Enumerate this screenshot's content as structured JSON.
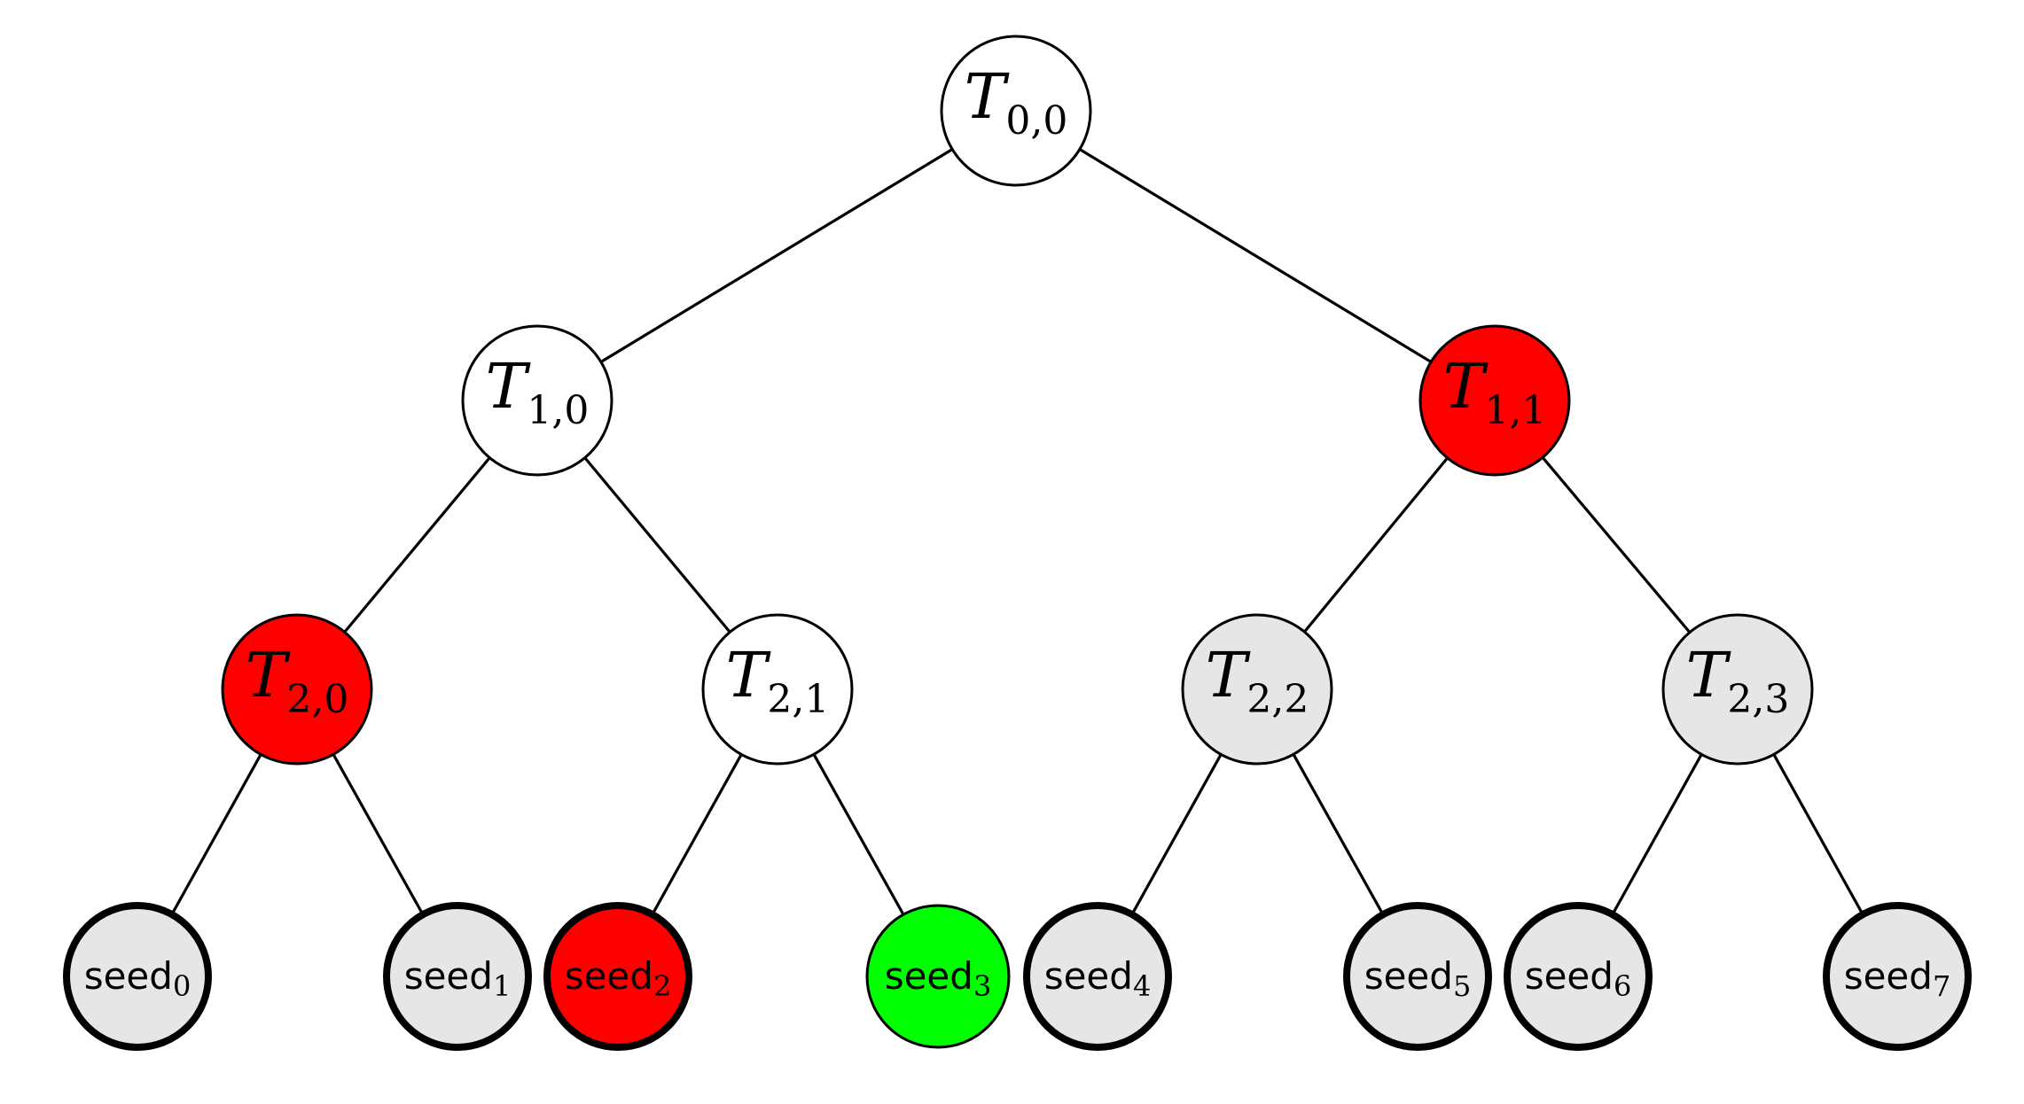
{
  "tree": {
    "nodes": [
      {
        "id": "T00",
        "kind": "internal",
        "base": "T",
        "sub": "0,0",
        "fill": "#ffffff"
      },
      {
        "id": "T10",
        "kind": "internal",
        "base": "T",
        "sub": "1,0",
        "fill": "#ffffff"
      },
      {
        "id": "T11",
        "kind": "internal",
        "base": "T",
        "sub": "1,1",
        "fill": "#ff0000"
      },
      {
        "id": "T20",
        "kind": "internal",
        "base": "T",
        "sub": "2,0",
        "fill": "#ff0000"
      },
      {
        "id": "T21",
        "kind": "internal",
        "base": "T",
        "sub": "2,1",
        "fill": "#ffffff"
      },
      {
        "id": "T22",
        "kind": "internal",
        "base": "T",
        "sub": "2,2",
        "fill": "#e6e6e6"
      },
      {
        "id": "T23",
        "kind": "internal",
        "base": "T",
        "sub": "2,3",
        "fill": "#e6e6e6"
      },
      {
        "id": "S0",
        "kind": "leaf",
        "base": "seed",
        "sub": "0",
        "fill": "#e6e6e6"
      },
      {
        "id": "S1",
        "kind": "leaf",
        "base": "seed",
        "sub": "1",
        "fill": "#e6e6e6"
      },
      {
        "id": "S2",
        "kind": "leaf",
        "base": "seed",
        "sub": "2",
        "fill": "#ff0000"
      },
      {
        "id": "S3",
        "kind": "leaf",
        "base": "seed",
        "sub": "3",
        "fill": "#00ff00"
      },
      {
        "id": "S4",
        "kind": "leaf",
        "base": "seed",
        "sub": "4",
        "fill": "#e6e6e6"
      },
      {
        "id": "S5",
        "kind": "leaf",
        "base": "seed",
        "sub": "5",
        "fill": "#e6e6e6"
      },
      {
        "id": "S6",
        "kind": "leaf",
        "base": "seed",
        "sub": "6",
        "fill": "#e6e6e6"
      },
      {
        "id": "S7",
        "kind": "leaf",
        "base": "seed",
        "sub": "7",
        "fill": "#e6e6e6"
      }
    ],
    "edges": [
      [
        "T00",
        "T10"
      ],
      [
        "T00",
        "T11"
      ],
      [
        "T10",
        "T20"
      ],
      [
        "T10",
        "T21"
      ],
      [
        "T11",
        "T22"
      ],
      [
        "T11",
        "T23"
      ],
      [
        "T20",
        "S0"
      ],
      [
        "T20",
        "S1"
      ],
      [
        "T21",
        "S2"
      ],
      [
        "T21",
        "S3"
      ],
      [
        "T22",
        "S4"
      ],
      [
        "T22",
        "S5"
      ],
      [
        "T23",
        "S6"
      ],
      [
        "T23",
        "S7"
      ]
    ]
  }
}
